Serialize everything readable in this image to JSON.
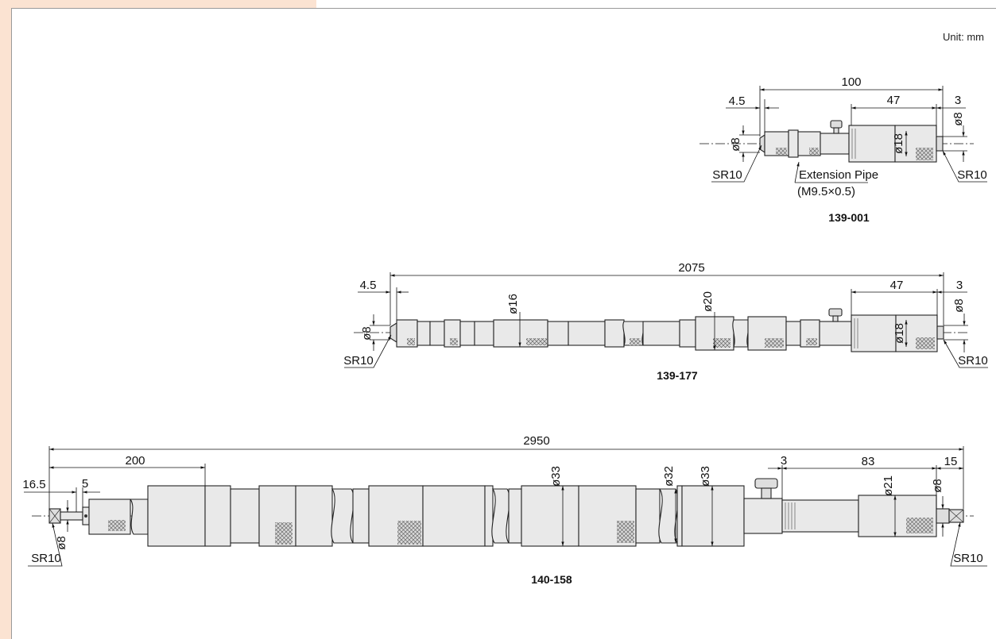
{
  "unit_label": "Unit: mm",
  "drawings": [
    {
      "model": "139-001",
      "dims": {
        "overall": "100",
        "anvil_len": "4.5",
        "head_len": "47",
        "tip_len": "3",
        "dia_left": "ø8",
        "dia_right": "ø8",
        "dia_head": "ø18",
        "sr_left": "SR10",
        "sr_right": "SR10"
      },
      "callout_line1": "Extension Pipe",
      "callout_line2": "(M9.5×0.5)"
    },
    {
      "model": "139-177",
      "dims": {
        "overall": "2075",
        "anvil_len": "4.5",
        "head_len": "47",
        "tip_len": "3",
        "dia_left": "ø8",
        "dia_right": "ø8",
        "dia_rod": "ø16",
        "dia_joint": "ø20",
        "dia_head": "ø18",
        "sr_left": "SR10",
        "sr_right": "SR10"
      }
    },
    {
      "model": "140-158",
      "dims": {
        "overall": "2950",
        "first_seg": "200",
        "anvil_len": "16.5",
        "anvil_step": "5",
        "dia_left": "ø8",
        "dia_body1": "ø33",
        "dia_body2": "ø32",
        "dia_body3": "ø33",
        "gap": "3",
        "head_len": "83",
        "tip_len": "15",
        "dia_head": "ø21",
        "dia_right": "ø8",
        "sr_left": "SR10",
        "sr_right": "SR10"
      }
    }
  ]
}
